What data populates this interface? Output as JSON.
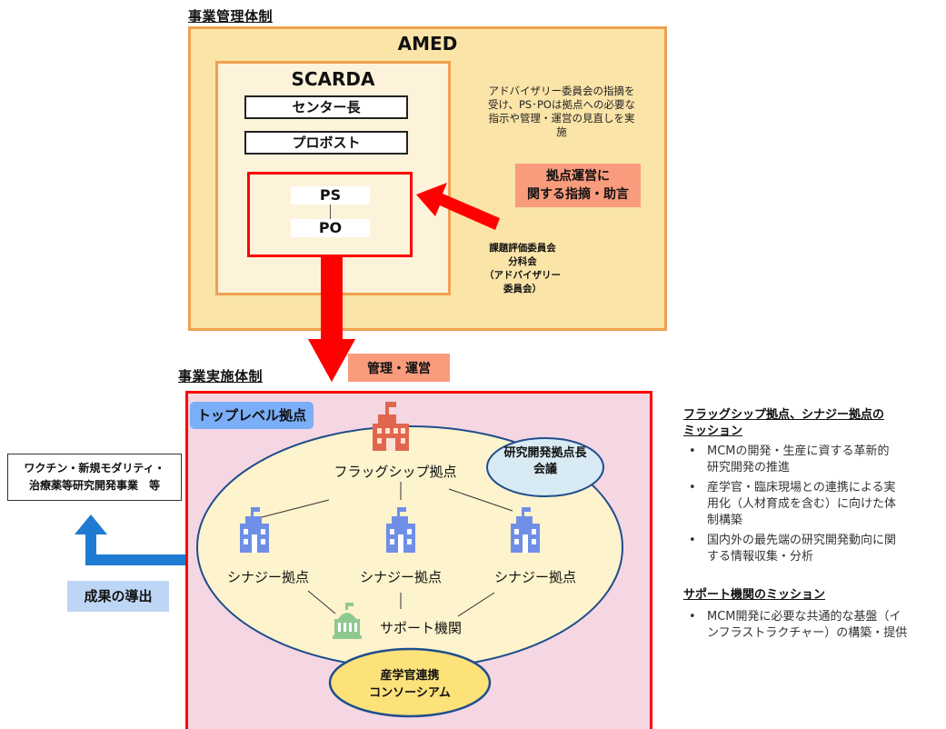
{
  "management": {
    "section_title": "事業管理体制",
    "amed_title": "AMED",
    "scarda_title": "SCARDA",
    "center_head": "センター長",
    "provost": "プロボスト",
    "ps": "PS",
    "po": "PO",
    "callout_text": "アドバイザリー委員会の指摘を受け、PS･POは拠点への必要な指示や管理・運営の見直しを実施",
    "advice_tag_line1": "拠点運営に",
    "advice_tag_line2": "関する指摘・助言",
    "committee_line1": "課題評価委員会",
    "committee_line2": "分科会",
    "committee_line3": "（アドバイザリー",
    "committee_line4": "委員会）",
    "manage_tag": "管理・運営"
  },
  "implementation": {
    "section_title": "事業実施体制",
    "toplevel_tag": "トップレベル拠点",
    "flagship": "フラッグシップ拠点",
    "synergy_1": "シナジー拠点",
    "synergy_2": "シナジー拠点",
    "synergy_3": "シナジー拠点",
    "support": "サポート機関",
    "council_line1": "研究開発拠点長",
    "council_line2": "会議",
    "consortium_line1": "産学官連携",
    "consortium_line2": "コンソーシアム"
  },
  "external": {
    "line1": "ワクチン・新規モダリティ・",
    "line2": "治療薬等研究開発事業　等",
    "result_tag": "成果の導出"
  },
  "missions": {
    "flagship_heading_line1": "フラッグシップ拠点、シナジー拠点の",
    "flagship_heading_line2": "ミッション",
    "flagship_items": [
      [
        "MCMの開発・生産に資する革新的",
        "研究開発の推進"
      ],
      [
        "産学官・臨床現場との連携による実",
        "用化（人材育成を含む）に向けた体",
        "制構築"
      ],
      [
        "国内外の最先端の研究開発動向に関",
        "する情報収集・分析"
      ]
    ],
    "support_heading": "サポート機関のミッション",
    "support_items": [
      [
        "MCM開発に必要な共通的な基盤（イ",
        "ンフラストラクチャー）の構築・提供"
      ]
    ],
    "bullet_char": "•"
  },
  "colors": {
    "amed_fill": "#fbe4a8",
    "amed_border": "#f0a050",
    "red": "#ff0000",
    "salmon": "#f99b7d",
    "implementation_fill": "#f5d6e3",
    "ellipse_fill": "#fdf3cc",
    "blue_arrow": "#1f7bd1",
    "building_blue": "#6f8fe6",
    "building_red": "#e0674e",
    "building_green": "#8fc891"
  }
}
